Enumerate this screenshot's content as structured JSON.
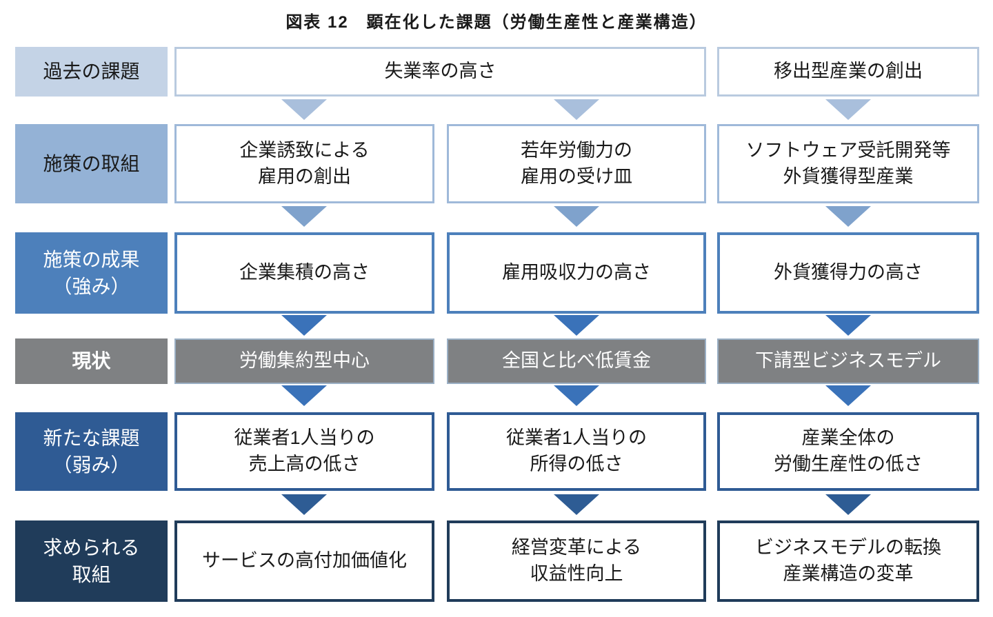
{
  "title": "図表 12　顕在化した課題（労働生産性と産業構造）",
  "colors": {
    "page_bg": "#ffffff",
    "row1_bg": "#c4d3e6",
    "row1_border": "#b9cadf",
    "row2_bg": "#94b2d6",
    "row2_border": "#9fb9d9",
    "row3_bg": "#4d80bb",
    "row4_bg": "#7f8183",
    "row4_border": "#9aafc4",
    "row5_bg": "#2f5b94",
    "row6_bg": "#203c5a",
    "arrow1": "#a9bfdc",
    "arrow2": "#7fa2cc",
    "arrow3": "#3a72b9",
    "arrow4": "#3a72b9",
    "arrow5": "#2e5c94",
    "text_dark": "#1a1a1a",
    "text_light": "#ffffff"
  },
  "rows": [
    {
      "label": "過去の課題",
      "boxes": [
        {
          "text": "失業率の高さ"
        },
        {
          "text": "移出型産業の創出"
        }
      ]
    },
    {
      "label": "施策の取組",
      "boxes": [
        {
          "text": "企業誘致による\n雇用の創出"
        },
        {
          "text": "若年労働力の\n雇用の受け皿"
        },
        {
          "text": "ソフトウェア受託開発等\n外貨獲得型産業"
        }
      ]
    },
    {
      "label": "施策の成果\n（強み）",
      "boxes": [
        {
          "text": "企業集積の高さ"
        },
        {
          "text": "雇用吸収力の高さ"
        },
        {
          "text": "外貨獲得力の高さ"
        }
      ]
    },
    {
      "label": "現状",
      "boxes": [
        {
          "text": "労働集約型中心"
        },
        {
          "text": "全国と比べ低賃金"
        },
        {
          "text": "下請型ビジネスモデル"
        }
      ]
    },
    {
      "label": "新たな課題\n（弱み）",
      "boxes": [
        {
          "text": "従業者1人当りの\n売上高の低さ"
        },
        {
          "text": "従業者1人当りの\n所得の低さ"
        },
        {
          "text": "産業全体の\n労働生産性の低さ"
        }
      ]
    },
    {
      "label": "求められる\n取組",
      "boxes": [
        {
          "text": "サービスの高付加価値化"
        },
        {
          "text": "経営変革による\n収益性向上"
        },
        {
          "text": "ビジネスモデルの転換\n産業構造の変革"
        }
      ]
    }
  ]
}
